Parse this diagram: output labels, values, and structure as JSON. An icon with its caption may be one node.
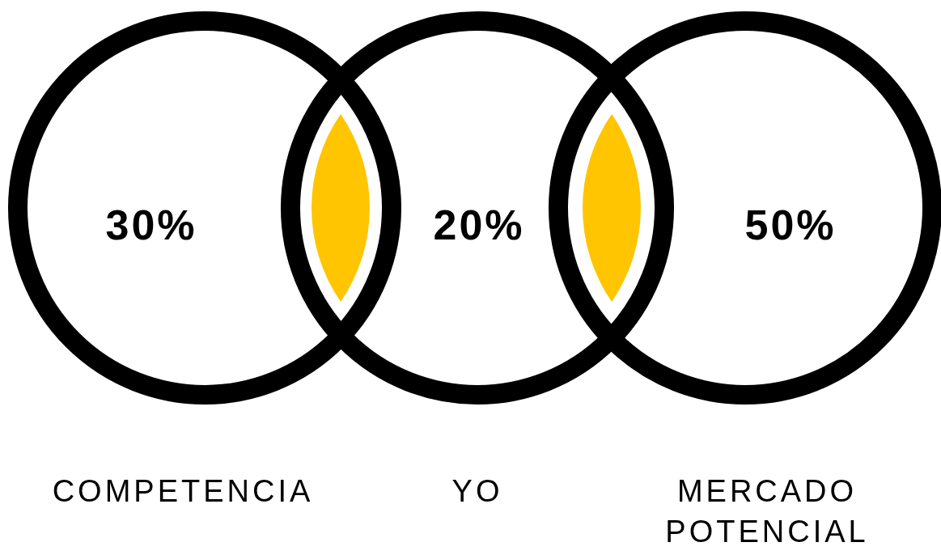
{
  "diagram": {
    "nodes": [
      {
        "text": [
          "30%",
          "COMPETENCIA"
        ]
      },
      {
        "text": [
          "20%",
          "YO"
        ]
      },
      {
        "text": [
          "50%",
          "MERCADO POTENCIAL"
        ]
      },
      {
        "text": [],
        "shape": "lens"
      },
      {
        "text": [],
        "shape": "lens"
      }
    ]
  }
}
